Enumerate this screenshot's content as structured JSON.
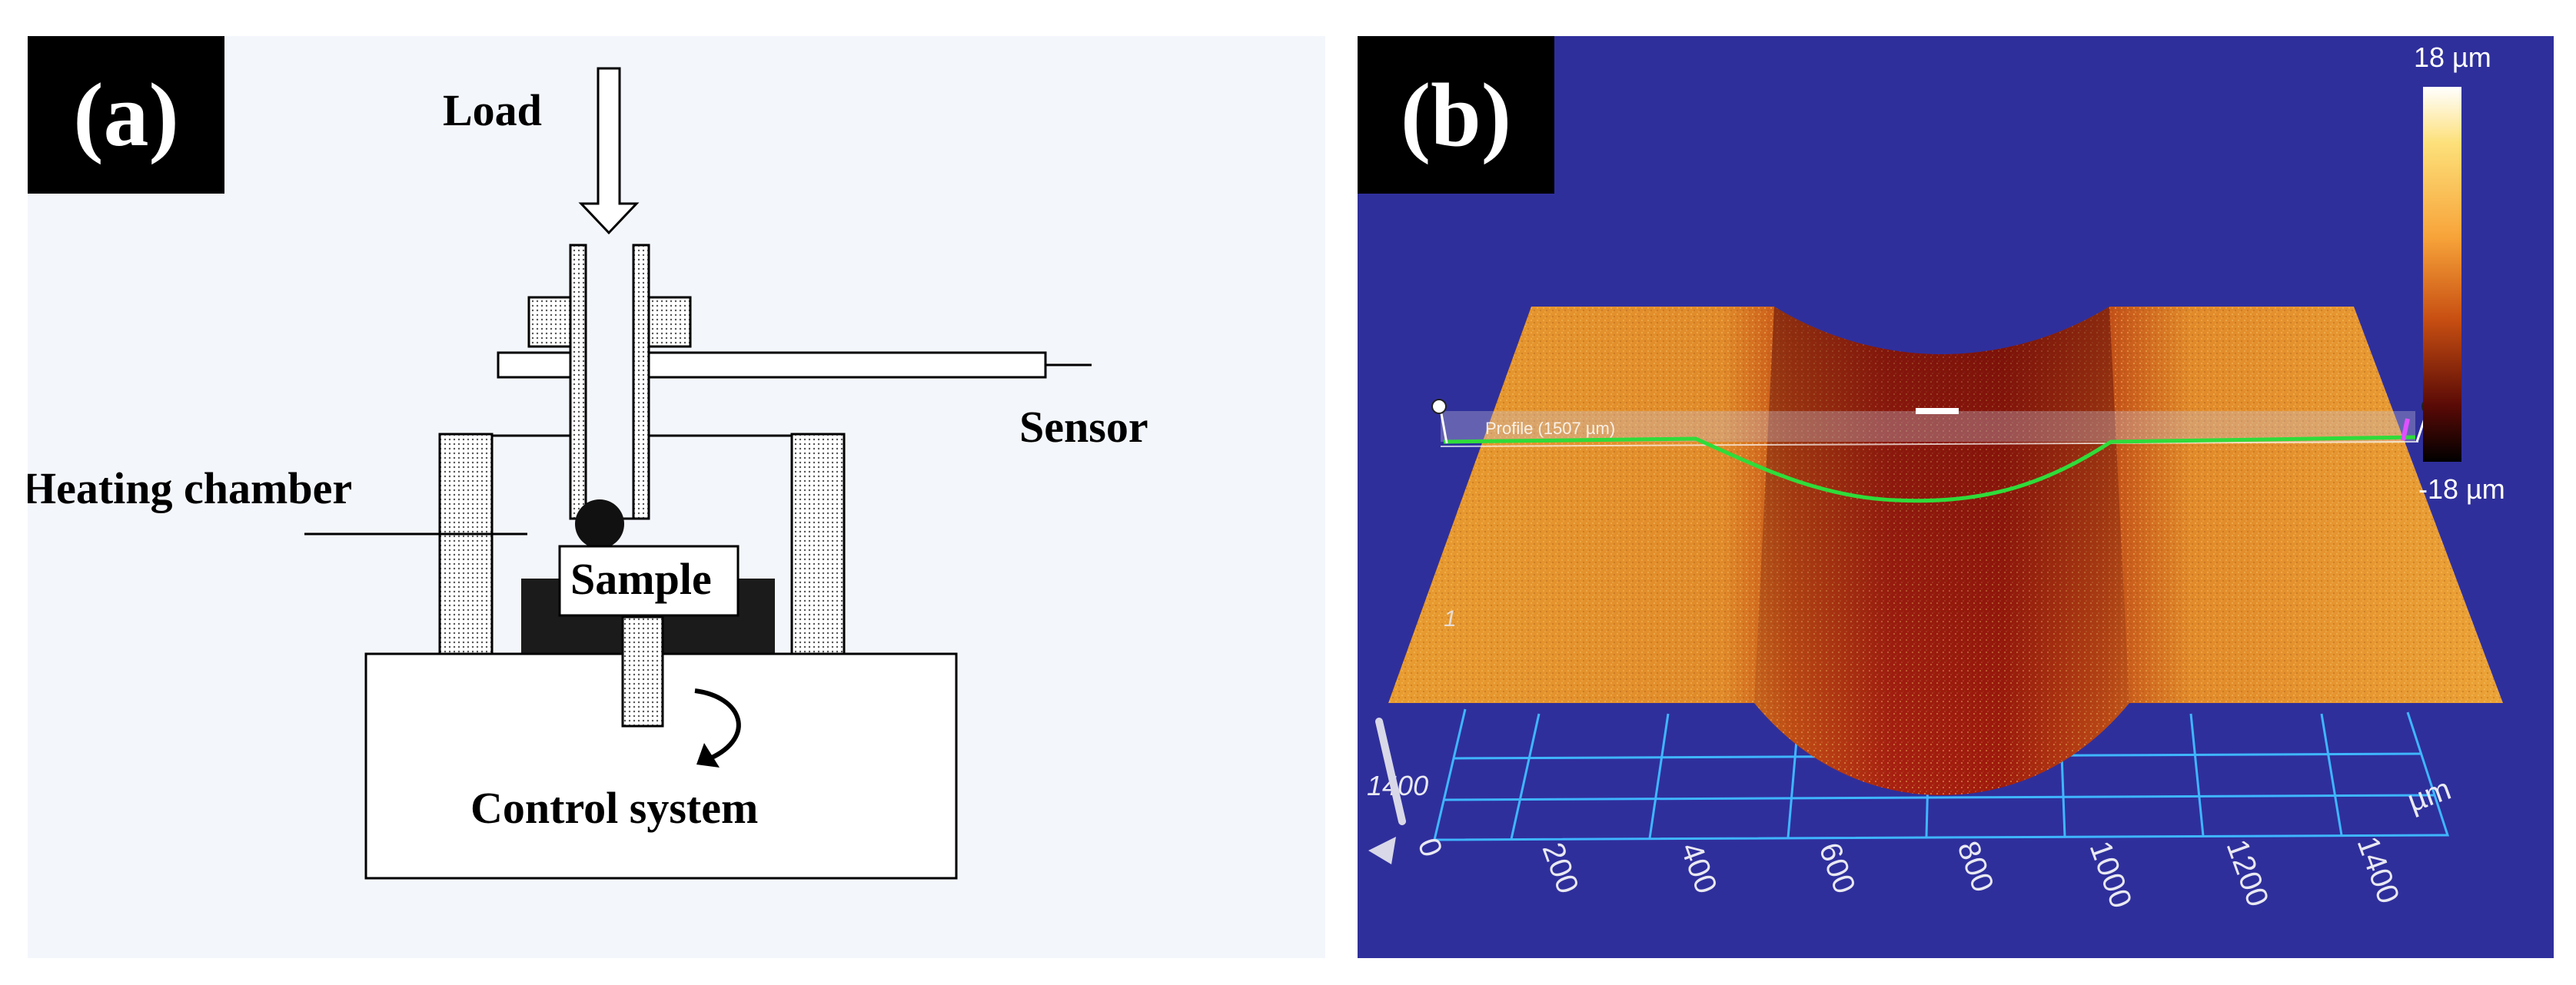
{
  "panel_a": {
    "tag": "(a)",
    "labels": {
      "load": "Load",
      "sensor": "Sensor",
      "heating_chamber": "Heating chamber",
      "sample": "Sample",
      "control_system": "Control system"
    }
  },
  "panel_b": {
    "tag": "(b)",
    "colorbar": {
      "max_label": "18 µm",
      "min_label": "-18 µm",
      "colors": [
        "#ffffff",
        "#fde07a",
        "#f7a43a",
        "#c84f12",
        "#5a0a06",
        "#000000"
      ]
    },
    "profile_label": "Profile (1507 µm)",
    "x_axis": {
      "ticks": [
        "0",
        "200",
        "400",
        "600",
        "800",
        "1000",
        "1200",
        "1400"
      ],
      "unit": "µm"
    },
    "y_axis": {
      "visible_ticks": [
        "1",
        "1400"
      ]
    },
    "colors": {
      "background": "#2f2f9c",
      "surface_top": "#e69a2e",
      "groove_bottom": "#a81f0c",
      "grid": "#3fb6ff",
      "profile_line": "#2fdc3a"
    }
  }
}
